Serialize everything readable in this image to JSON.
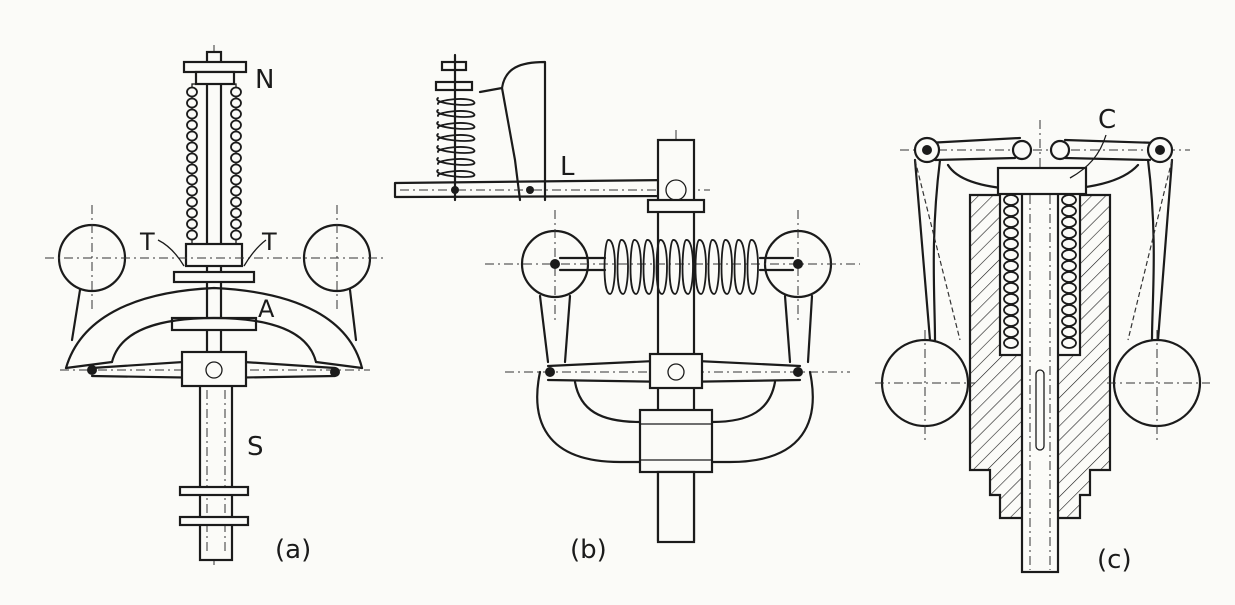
{
  "figures": [
    {
      "id": "a",
      "caption": "(a)",
      "labels": {
        "N": "N",
        "T_left": "T",
        "T_right": "T",
        "A": "A",
        "S": "S"
      }
    },
    {
      "id": "b",
      "caption": "(b)",
      "labels": {
        "L": "L"
      }
    },
    {
      "id": "c",
      "caption": "(c)",
      "labels": {
        "C": "C"
      }
    }
  ],
  "colors": {
    "ink": "#1b1b1b",
    "paper": "#fbfbf8"
  }
}
